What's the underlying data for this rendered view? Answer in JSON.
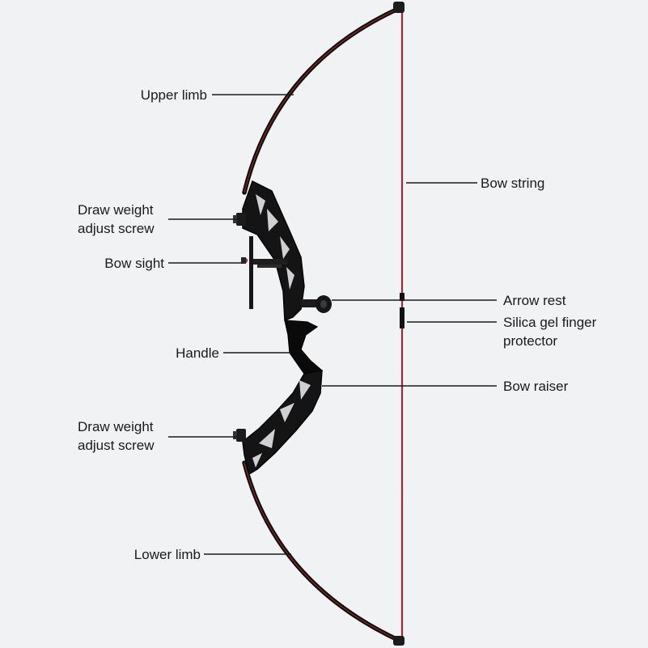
{
  "labels": {
    "upper_limb": "Upper limb",
    "bow_string": "Bow string",
    "draw_weight_top_line1": "Draw weight",
    "draw_weight_top_line2": "adjust screw",
    "bow_sight": "Bow sight",
    "arrow_rest": "Arrow rest",
    "finger_protector_line1": "Silica gel finger",
    "finger_protector_line2": "protector",
    "handle": "Handle",
    "bow_raiser": "Bow raiser",
    "draw_weight_bottom_line1": "Draw weight",
    "draw_weight_bottom_line2": "adjust screw",
    "lower_limb": "Lower limb"
  },
  "colors": {
    "background": "#f1f2f4",
    "limb": "#111111",
    "string": "#c0272d",
    "leader_line": "#1a1a1a",
    "text": "#1a1a1a"
  }
}
